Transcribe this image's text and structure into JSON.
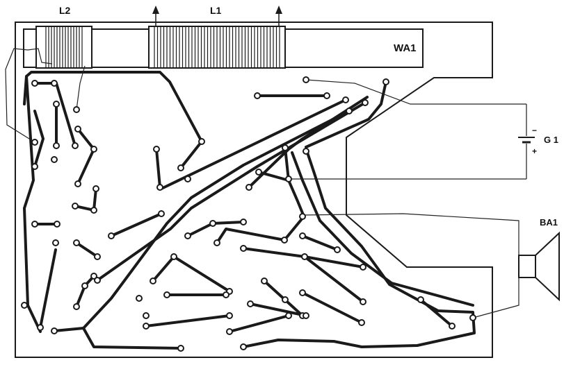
{
  "labels": {
    "l2": "L2",
    "l1": "L1",
    "wa1": "WA1",
    "g1": "G 1",
    "ba1": "BA1",
    "minus": "−",
    "plus": "+"
  }
}
